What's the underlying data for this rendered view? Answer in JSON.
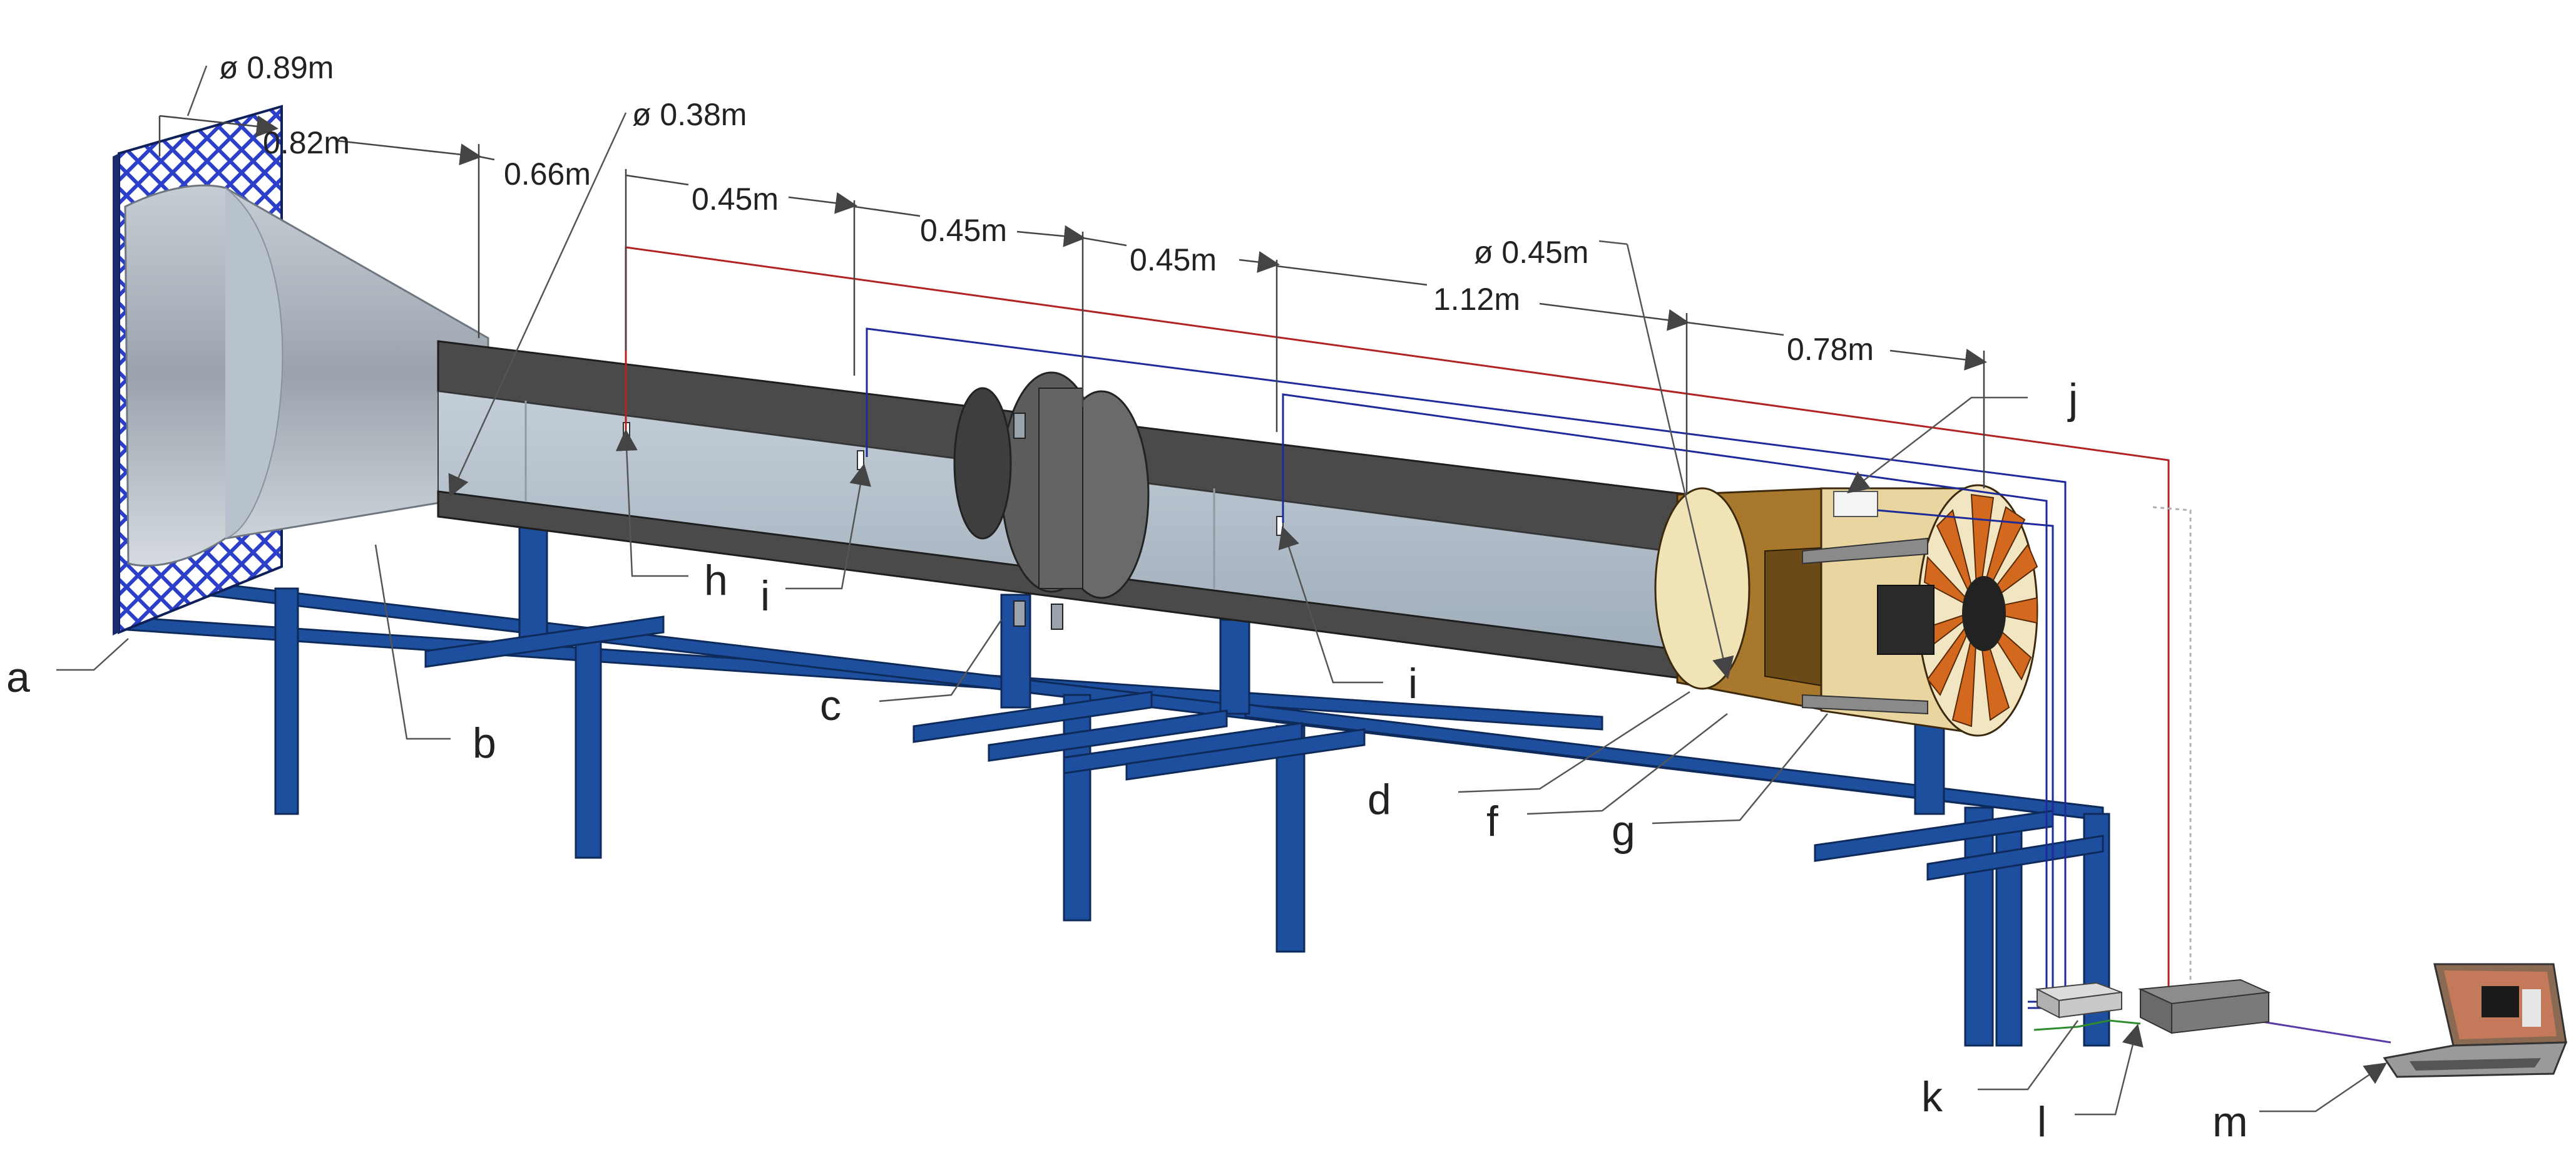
{
  "dimensions": {
    "inlet_diameter": "ø 0.89m",
    "inlet_length": "0.82m",
    "contraction_length": "0.66m",
    "test_diameter": "ø 0.38m",
    "seg1": "0.45m",
    "seg2": "0.45m",
    "seg3": "0.45m",
    "diffuser_diameter": "ø 0.45m",
    "diffuser_length": "1.12m",
    "fan_length": "0.78m"
  },
  "labels": {
    "a": "a",
    "b": "b",
    "c": "c",
    "d": "d",
    "f": "f",
    "g": "g",
    "h": "h",
    "i1": "i",
    "i2": "i",
    "j": "j",
    "k": "k",
    "l": "l",
    "m": "m"
  },
  "colors": {
    "frame": "#1a4a9a",
    "duct_dark": "#4a4a4a",
    "duct_light": "#b8c4cf",
    "screen": "#2b3fc9",
    "fan_housing": "#c9a56a",
    "fan_blades": "#d2691e",
    "wire_red": "#b22222",
    "wire_blue": "#1f2a9a",
    "wire_green": "#2e8b2e"
  },
  "icons": [
    "honeycomb-screen-icon",
    "fan-icon",
    "laptop-icon",
    "daq-box-icon"
  ]
}
